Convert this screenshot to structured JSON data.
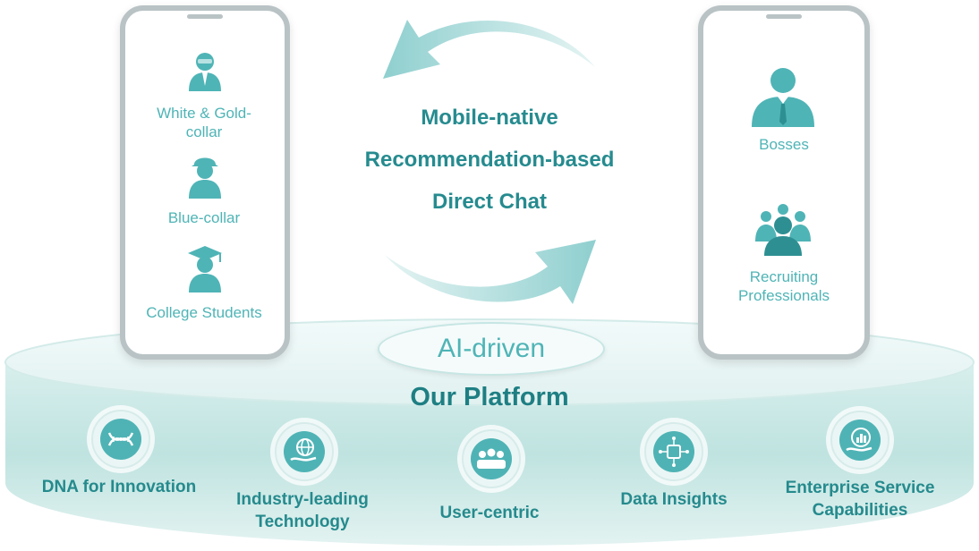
{
  "left_phone": {
    "items": [
      {
        "label": "White & Gold-\ncollar",
        "icon": "professional-person-icon"
      },
      {
        "label": "Blue-collar",
        "icon": "hardhat-worker-icon"
      },
      {
        "label": "College Students",
        "icon": "graduate-icon"
      }
    ]
  },
  "right_phone": {
    "items": [
      {
        "label": "Bosses",
        "icon": "boss-icon"
      },
      {
        "label": "Recruiting\nProfessionals",
        "icon": "recruiting-group-icon"
      }
    ]
  },
  "center": {
    "line1": "Mobile-native",
    "line2": "Recommendation-based",
    "line3": "Direct Chat"
  },
  "platform": {
    "badge": "AI-driven",
    "title": "Our Platform"
  },
  "features": [
    {
      "label": "DNA for Innovation",
      "icon": "dna-icon"
    },
    {
      "label": "Industry-leading\nTechnology",
      "icon": "globe-hand-icon"
    },
    {
      "label": "User-centric",
      "icon": "users-icon"
    },
    {
      "label": "Data Insights",
      "icon": "chip-icon"
    },
    {
      "label": "Enterprise Service\nCapabilities",
      "icon": "chart-hand-icon"
    }
  ],
  "colors": {
    "accent": "#4fb4b6",
    "dark_accent": "#268b8f",
    "phone_frame": "#b9c3c5",
    "platform": "#cfe9e7"
  }
}
